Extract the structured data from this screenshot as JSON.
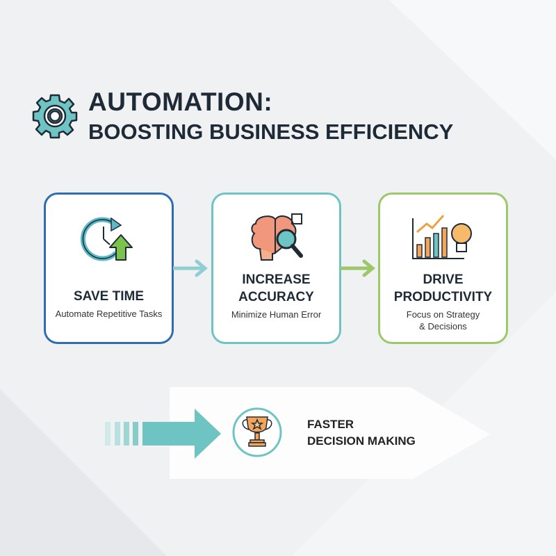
{
  "title": {
    "line1": "AUTOMATION:",
    "line2": "BOOSTING BUSINESS EFFICIENCY",
    "icon": "gear-icon"
  },
  "colors": {
    "blue": "#2f6db0",
    "teal": "#6ec4c3",
    "green": "#9cc86a",
    "text": "#1f2a37"
  },
  "cards": [
    {
      "heading": "SAVE TIME",
      "sub": "Automate Repetitive Tasks",
      "icon": "clock-arrow-up-icon"
    },
    {
      "heading_1": "INCREASE",
      "heading_2": "ACCURACY",
      "sub": "Minimize Human Error",
      "icon": "brain-magnifier-icon"
    },
    {
      "heading_1": "DRIVE",
      "heading_2": "PRODUCTIVITY",
      "sub_1": "Focus on Strategy",
      "sub_2": "& Decisions",
      "icon": "chart-lightbulb-icon"
    }
  ],
  "result": {
    "line1": "FASTER",
    "line2": "DECISION MAKING",
    "icon": "trophy-icon"
  }
}
